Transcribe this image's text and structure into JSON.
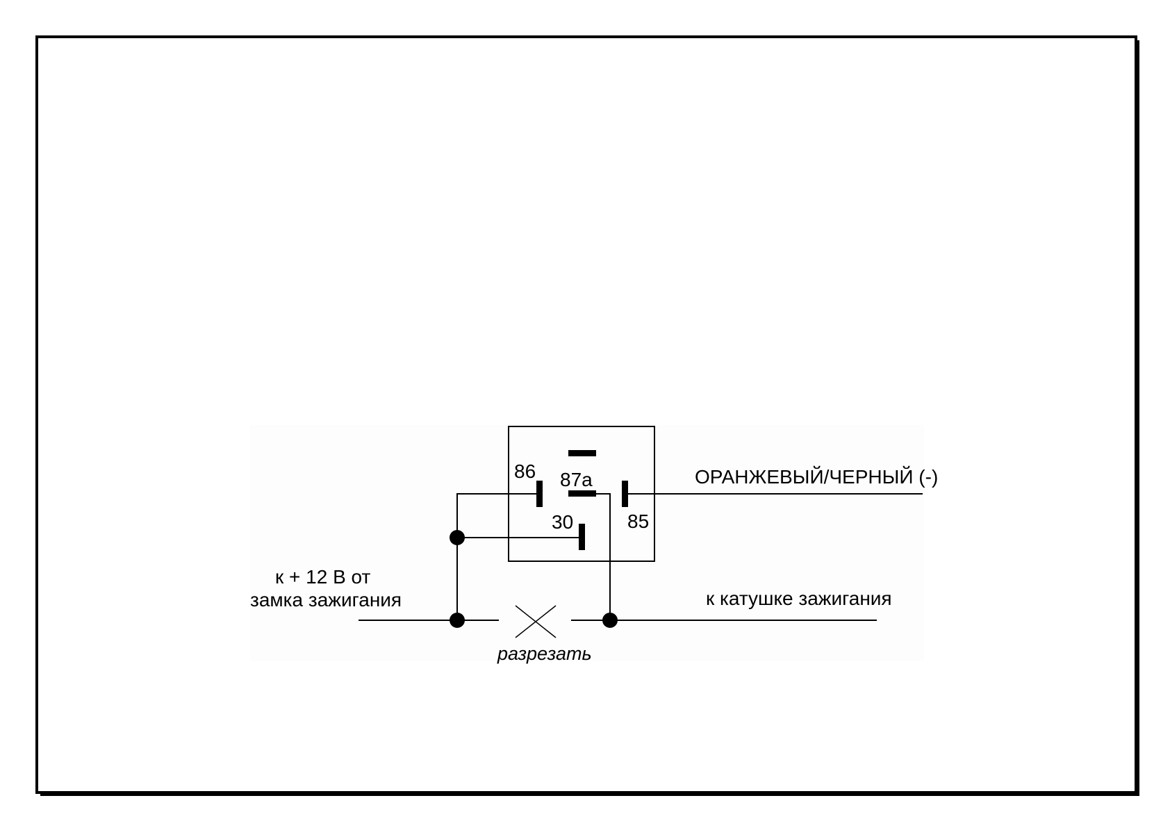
{
  "diagram": {
    "pins": {
      "p86": "86",
      "p87a": "87a",
      "p30": "30",
      "p85": "85"
    },
    "labels": {
      "orange_black_wire": "ОРАНЖЕВЫЙ/ЧЕРНЫЙ (-)",
      "ignition_source_line1": "к + 12 В от",
      "ignition_source_line2": "замка зажигания",
      "ignition_coil": "к катушке зажигания",
      "cut": "разрезать"
    },
    "colors": {
      "ink": "#000000",
      "background": "#ffffff",
      "panel": "#fdfdfd"
    }
  }
}
